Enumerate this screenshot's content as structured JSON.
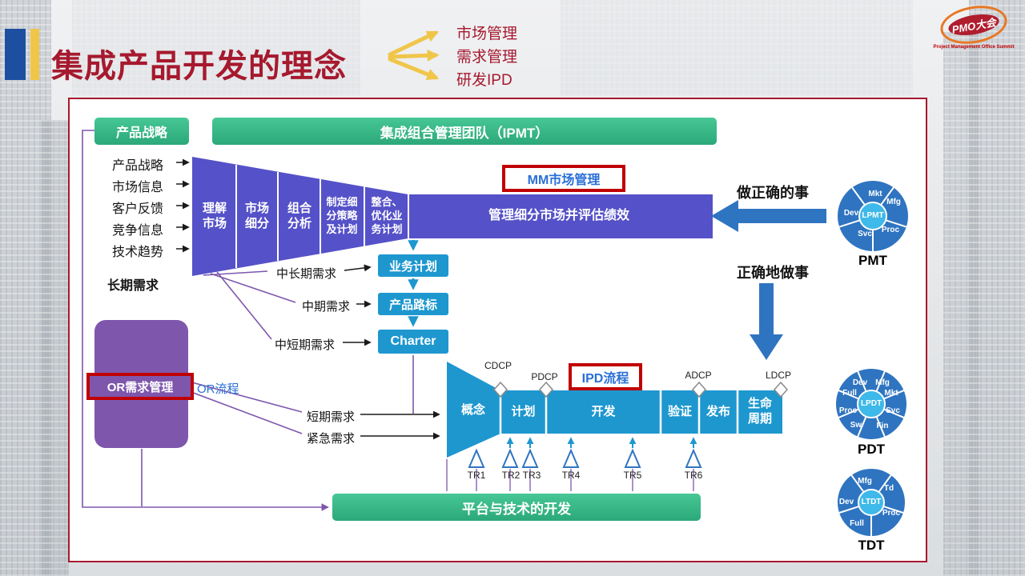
{
  "header": {
    "title": "集成产品开发的理念",
    "bullets": [
      "市场管理",
      "需求管理",
      "研发IPD"
    ],
    "logo": {
      "brand": "PMO大会",
      "subtitle": "Project Management Office Summit"
    }
  },
  "diagram": {
    "product_strategy": "产品战略",
    "ipmt": "集成组合管理团队（IPMT）",
    "inputs": [
      "产品战略",
      "市场信息",
      "客户反馈",
      "竞争信息",
      "技术趋势"
    ],
    "long_term": "长期需求",
    "mm_label": "MM市场管理",
    "funnel_segments": [
      "理解市场",
      "市场细分",
      "组合分析",
      "制定细分策略及计划",
      "整合、优化业务计划"
    ],
    "manage_bar": "管理细分市场并评估绩效",
    "do_right_things": "做正确的事",
    "do_things_right": "正确地做事",
    "plan_boxes": [
      "业务计划",
      "产品路标",
      "Charter"
    ],
    "mid_reqs": [
      "中长期需求",
      "中期需求",
      "中短期需求"
    ],
    "or_label": "OR需求管理",
    "or_flow": "OR流程",
    "short_reqs": [
      "短期需求",
      "紧急需求"
    ],
    "ipd_label": "IPD流程",
    "stages": [
      "概念",
      "计划",
      "开发",
      "验证",
      "发布",
      "生命周期"
    ],
    "gates": [
      "CDCP",
      "PDCP",
      "ADCP",
      "LDCP"
    ],
    "trs": [
      "TR1",
      "TR2",
      "TR3",
      "TR4",
      "TR5",
      "TR6"
    ],
    "platform_bar": "平台与技术的开发",
    "teams": [
      {
        "name": "PMT",
        "center": "LPMT",
        "members": [
          "Mkt",
          "Mfg",
          "Proc",
          "Svc",
          "Dev"
        ]
      },
      {
        "name": "PDT",
        "center": "LPDT",
        "members": [
          "Dev",
          "Mfg",
          "Full",
          "Mkt",
          "Proc",
          "Svc",
          "Sw",
          "Fin"
        ]
      },
      {
        "name": "TDT",
        "center": "LTDT",
        "members": [
          "Mfg",
          "Td",
          "Dev",
          "Proc",
          "Full"
        ]
      }
    ]
  },
  "colors": {
    "accent_red": "#A6192E",
    "frame_red": "#C00000",
    "green": "#3BBE8E",
    "indigo": "#5551C8",
    "purple": "#7E57AC",
    "cyan_blue": "#1E97CF",
    "mid_blue": "#2F74C0",
    "link_blue": "#2970D6",
    "yellow": "#F0C64A"
  }
}
